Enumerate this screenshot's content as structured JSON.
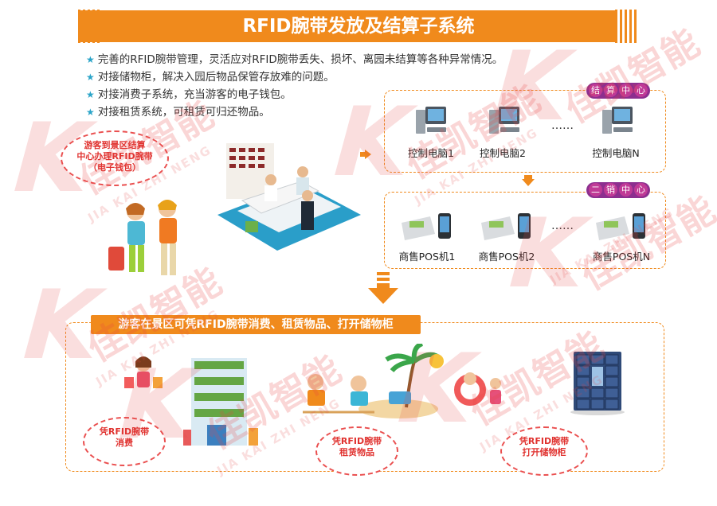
{
  "title": "RFID腕带发放及结算子系统",
  "bullets": [
    "完善的RFID腕带管理，灵活应对RFID腕带丢失、损坏、离园未结算等各种异常情况。",
    "对接储物柜，解决入园后物品保管存放难的问题。",
    "对接消费子系统，充当游客的电子钱包。",
    "对接租赁系统，可租赁可归还物品。"
  ],
  "settlement_center": {
    "tag": [
      "结",
      "算",
      "中",
      "心"
    ],
    "nodes": [
      "控制电脑1",
      "控制电脑2",
      "控制电脑N"
    ],
    "ellipsis": "……"
  },
  "secondary_center": {
    "tag": [
      "二",
      "销",
      "中",
      "心"
    ],
    "nodes": [
      "商售POS机1",
      "商售POS机2",
      "商售POS机N"
    ],
    "ellipsis": "……"
  },
  "bubble_top": [
    "游客到景区结算",
    "中心办理RFID腕带",
    "（电子钱包）"
  ],
  "section_title": "游客在景区可凭RFID腕带消费、租赁物品、打开储物柜",
  "bubbles_bottom": [
    [
      "凭RFID腕带",
      "消费"
    ],
    [
      "凭RFID腕带",
      "租赁物品"
    ],
    [
      "凭RFID腕带",
      "打开储物柜"
    ]
  ],
  "watermark": {
    "cn": "佳凯智能",
    "en": "JIA KAI ZHI NENG"
  },
  "colors": {
    "accent": "#f08a1c",
    "tag": "#8c2f8f",
    "bubble": "#e0322f",
    "star": "#2aa4c8"
  }
}
